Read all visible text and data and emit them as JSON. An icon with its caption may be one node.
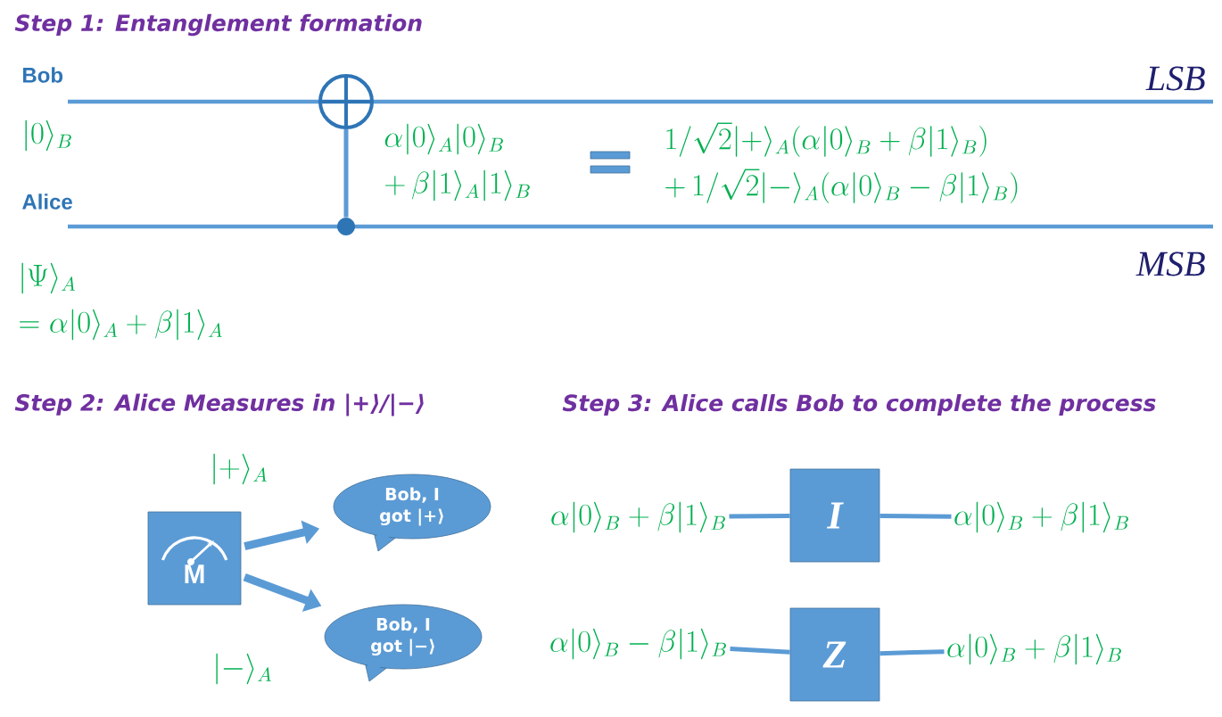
{
  "diagram": {
    "title": "Step 1: Entanglement formation",
    "nodes": [
      {
        "text": [],
        "shape": "circle"
      },
      {
        "text": [],
        "shape": "circle"
      },
      {
        "text": [
          "M"
        ]
      },
      {
        "text": [
          "Bob, I got |+⟩"
        ]
      },
      {
        "text": [
          "Bob, I got |−⟩"
        ]
      },
      {
        "text": [
          "\\alpha|0\\rangle_B+\\beta|1\\rangle_B"
        ]
      },
      {
        "text": [
          "I"
        ]
      },
      {
        "text": [
          "\\alpha|0\\rangle_B+\\beta|1\\rangle_B"
        ]
      },
      {
        "text": [
          "\\alpha|0\\rangle_B-\\beta|1\\rangle_B"
        ]
      },
      {
        "text": [
          "Z"
        ]
      },
      {
        "text": [
          "\\alpha|0\\rangle_B+\\beta|1\\rangle_B"
        ]
      }
    ],
    "edges": [
      {
        "from": 0,
        "to": 1,
        "arrow": "none"
      },
      {
        "from": 2,
        "to": 3,
        "arrow": "to",
        "label": "|+\\rangle_A",
        "style": "thick"
      },
      {
        "from": 2,
        "to": 4,
        "arrow": "to",
        "label": "|-\\rangle_A",
        "style": "thick"
      },
      {
        "from": 5,
        "to": 6,
        "arrow": "none"
      },
      {
        "from": 6,
        "to": 7,
        "arrow": "none"
      },
      {
        "from": 8,
        "to": 9,
        "arrow": "none"
      },
      {
        "from": 9,
        "to": 10,
        "arrow": "none"
      }
    ],
    "labels": [
      "Bob",
      "LSB",
      "|0\\rangle_B",
      "\\alpha|0\\rangle_A|0\\rangle_B",
      "1/\\sqrt{2}|+\\rangle_A(\\alpha|0\\rangle_B+\\beta|1\\rangle_B)",
      "+\\,\\beta|1\\rangle_A|1\\rangle_B",
      "+\\,1/\\sqrt{2}|-\\rangle_A(\\alpha|0\\rangle_B-\\beta|1\\rangle_B)",
      "Alice",
      "MSB",
      "|\\Psi\\rangle_A",
      "=\\alpha|0\\rangle_A+\\beta|1\\rangle_A",
      "Step 2: Alice Measures in |+⟩/|−⟩",
      "Step 3: Alice calls Bob to complete the process"
    ]
  }
}
